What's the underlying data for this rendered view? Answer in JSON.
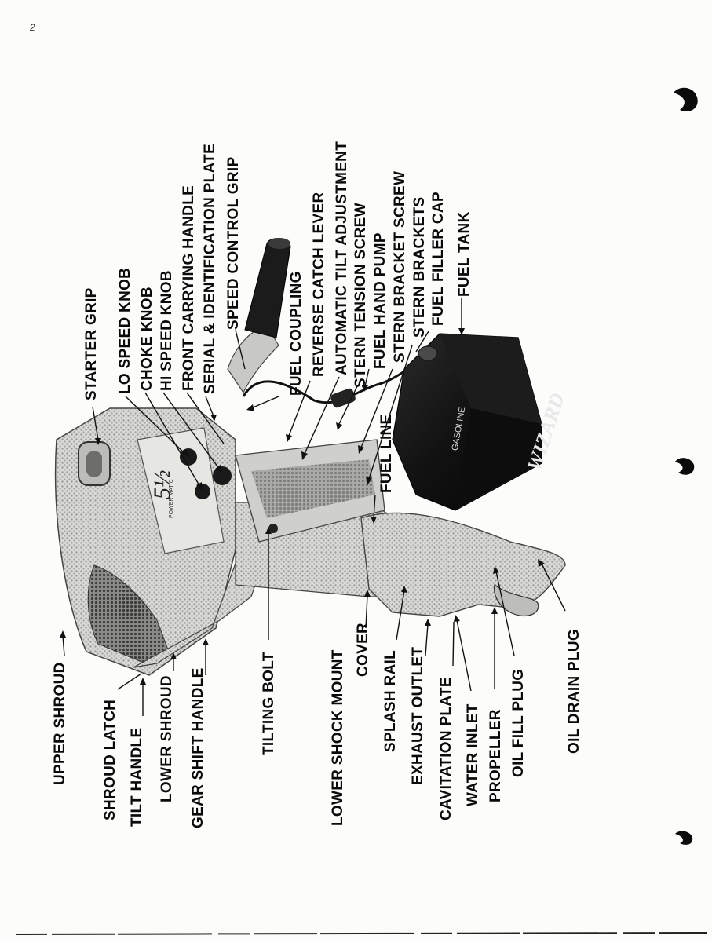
{
  "page": {
    "number": "2"
  },
  "diagram": {
    "tank_brand": "WIZARD",
    "tank_side_text": "GASOLINE",
    "motor_badge": "5½",
    "motor_badge_small": "POWER    MATIC",
    "labels": {
      "upper_shroud": "UPPER SHROUD",
      "shroud_latch": "SHROUD LATCH",
      "tilt_handle": "TILT HANDLE",
      "lower_shroud": "LOWER SHROUD",
      "gear_shift_handle": "GEAR SHIFT HANDLE",
      "tilting_bolt": "TILTING BOLT",
      "lower_shock_mount": "LOWER SHOCK MOUNT",
      "cover": "COVER",
      "splash_rail": "SPLASH RAIL",
      "exhaust_outlet": "EXHAUST OUTLET",
      "cavitation_plate": "CAVITATION PLATE",
      "water_inlet": "WATER   INLET",
      "propeller": "PROPELLER",
      "oil_fill_plug": "OIL FILL PLUG",
      "oil_drain_plug": "OIL DRAIN PLUG",
      "starter_grip": "STARTER GRIP",
      "lo_speed_knob": "LO SPEED KNOB",
      "choke_knob": "CHOKE KNOB",
      "hi_speed_knob": "HI SPEED KNOB",
      "front_carrying_handle": "FRONT CARRYING HANDLE",
      "serial_plate": "SERIAL & IDENTIFICATION PLATE",
      "speed_control_grip": "SPEED CONTROL GRIP",
      "fuel_coupling": "FUEL COUPLING",
      "reverse_catch_lever": "REVERSE CATCH LEVER",
      "automatic_tilt_adjustment": "AUTOMATIC  TILT ADJUSTMENT",
      "stern_tension_screw": "STERN TENSION SCREW",
      "fuel_hand_pump": "FUEL  HAND PUMP",
      "stern_bracket_screw": "STERN BRACKET SCREW",
      "stern_brackets": "STERN  BRACKETS",
      "fuel_filler_cap": "FUEL  FILLER CAP",
      "fuel_tank": "FUEL TANK",
      "fuel_line": "FUEL LINE"
    }
  }
}
